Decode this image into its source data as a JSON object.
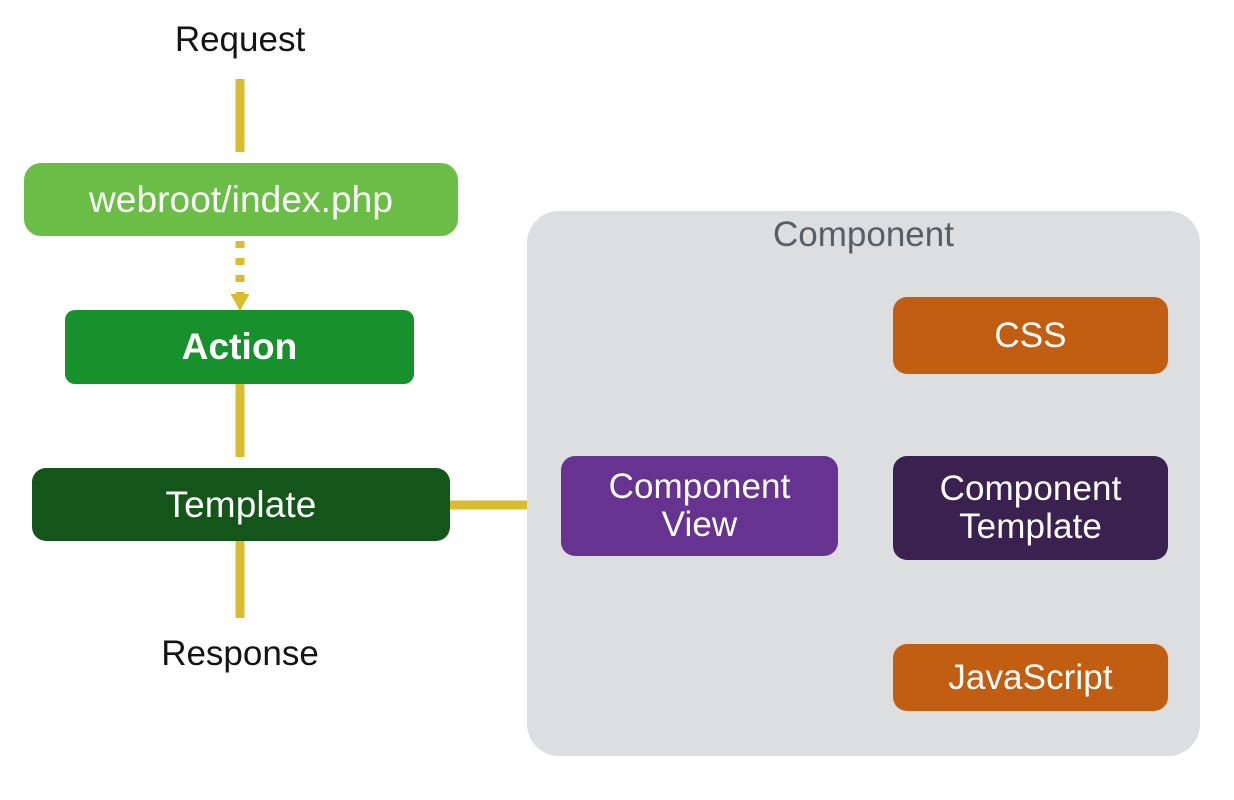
{
  "diagram": {
    "title": "CakePHP request / component flow",
    "background": "#ffffff",
    "colors": {
      "arrow": "#d9bd2e",
      "panel": "#dddee0",
      "panel_title_text": "#565f66",
      "green_light": "#6bbe45",
      "green_mid": "#16912c",
      "green_dark": "#14561a",
      "purple": "#663391",
      "purple_dark": "#3a2150",
      "orange": "#c25e11",
      "plain_text": "#141414",
      "node_text": "#ffffff"
    }
  },
  "labels": {
    "request": "Request",
    "response": "Response"
  },
  "panel": {
    "title": "Component"
  },
  "nodes": {
    "webroot": {
      "label": "webroot/index.php"
    },
    "action": {
      "label": "Action"
    },
    "template": {
      "label": "Template"
    },
    "component_view": {
      "label": "Component\nView"
    },
    "component_template": {
      "label": "Component\nTemplate"
    },
    "css": {
      "label": "CSS"
    },
    "javascript": {
      "label": "JavaScript"
    }
  },
  "connectors": [
    {
      "id": "request-to-webroot",
      "from": "Request",
      "to": "webroot/index.php",
      "style": "solid",
      "direction": "down"
    },
    {
      "id": "webroot-to-action",
      "from": "webroot/index.php",
      "to": "Action",
      "style": "dotted",
      "direction": "down"
    },
    {
      "id": "action-to-template",
      "from": "Action",
      "to": "Template",
      "style": "solid",
      "direction": "down"
    },
    {
      "id": "template-to-response",
      "from": "Template",
      "to": "Response",
      "style": "solid",
      "direction": "down"
    },
    {
      "id": "template-to-component-view",
      "from": "Template",
      "to": "Component View",
      "style": "solid",
      "direction": "right"
    },
    {
      "id": "component-view-to-component-template",
      "from": "Component View",
      "to": "Component Template",
      "style": "solid",
      "direction": "right"
    },
    {
      "id": "component-template-to-css",
      "from": "Component Template",
      "to": "CSS",
      "style": "solid",
      "direction": "up"
    },
    {
      "id": "component-template-to-javascript",
      "from": "Component Template",
      "to": "JavaScript",
      "style": "solid",
      "direction": "down"
    }
  ]
}
